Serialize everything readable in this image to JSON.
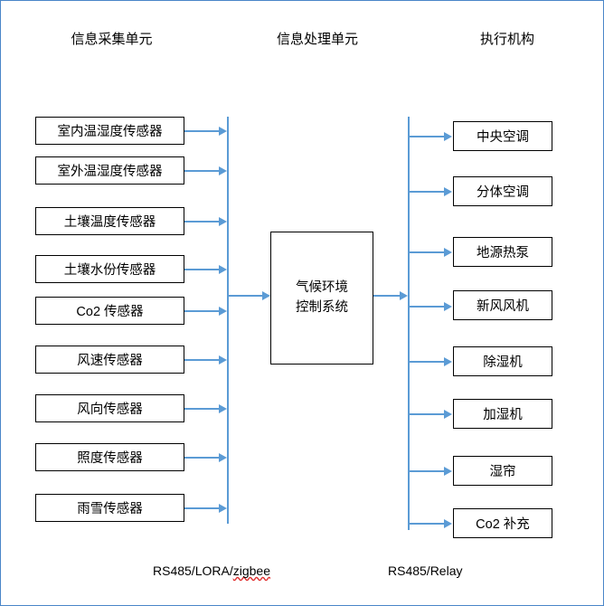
{
  "headers": {
    "acquisition": "信息采集单元",
    "processing": "信息处理单元",
    "actuation": "执行机构"
  },
  "sensors": [
    {
      "label": "室内温湿度传感器"
    },
    {
      "label": "室外温湿度传感器"
    },
    {
      "label": "土壤温度传感器"
    },
    {
      "label": "土壤水份传感器"
    },
    {
      "label": "Co2 传感器"
    },
    {
      "label": "风速传感器"
    },
    {
      "label": "风向传感器"
    },
    {
      "label": "照度传感器"
    },
    {
      "label": "雨雪传感器"
    }
  ],
  "controller": {
    "line1": "气候环境",
    "line2": "控制系统"
  },
  "actuators": [
    {
      "label": "中央空调"
    },
    {
      "label": "分体空调"
    },
    {
      "label": "地源热泵"
    },
    {
      "label": "新风风机"
    },
    {
      "label": "除湿机"
    },
    {
      "label": "加湿机"
    },
    {
      "label": "湿帘"
    },
    {
      "label": "Co2 补充"
    }
  ],
  "protocols": {
    "left_prefix": "RS485/LORA/",
    "left_misspelled": "zigbee",
    "right": "RS485/Relay"
  },
  "colors": {
    "page_border": "#4a86c8",
    "connector": "#5b9bd5",
    "box_border": "#000000",
    "text": "#000000",
    "spellcheck_underline": "#e03030"
  }
}
